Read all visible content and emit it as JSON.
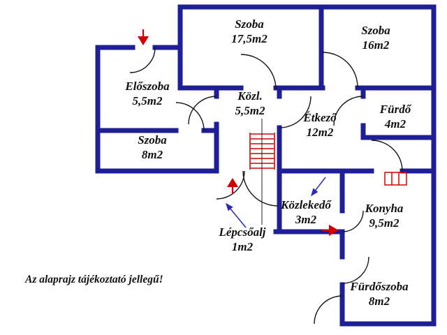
{
  "colors": {
    "wall": "#1e1e96",
    "door": "#151515",
    "red": "#d40000",
    "blue": "#2a2ab8"
  },
  "rooms": [
    {
      "id": "szoba-17-5",
      "name": "Szoba",
      "area": "17,5m2"
    },
    {
      "id": "szoba-16",
      "name": "Szoba",
      "area": "16m2"
    },
    {
      "id": "eloszoba",
      "name": "Előszoba",
      "area": "5,5m2"
    },
    {
      "id": "kozl",
      "name": "Közl.",
      "area": "5,5m2"
    },
    {
      "id": "etkezo",
      "name": "Étkező",
      "area": "12m2"
    },
    {
      "id": "furdo",
      "name": "Fürdő",
      "area": "4m2"
    },
    {
      "id": "szoba-8",
      "name": "Szoba",
      "area": "8m2"
    },
    {
      "id": "kozlekedo",
      "name": "Közlekedő",
      "area": "3m2"
    },
    {
      "id": "konyha",
      "name": "Konyha",
      "area": "9,5m2"
    },
    {
      "id": "lepcsoalj",
      "name": "Lépcsőalj",
      "area": "1m2"
    },
    {
      "id": "furdoszoba",
      "name": "Fürdőszoba",
      "area": "8m2"
    }
  ],
  "disclaimer": "Az alaprajz tájékoztató jellegű!"
}
